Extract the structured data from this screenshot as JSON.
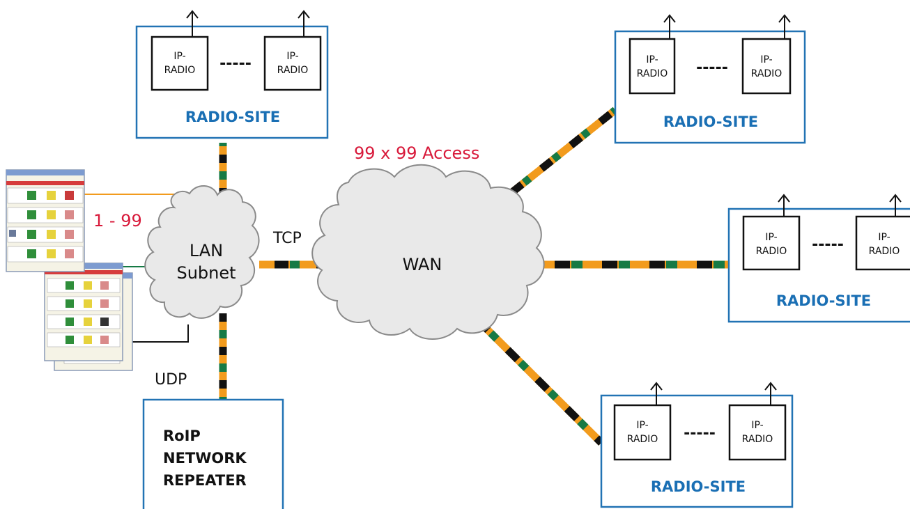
{
  "colors": {
    "site_border": "#2273b4",
    "site_title": "#1a6fb4",
    "accent_red": "#d8193a",
    "orange": "#f29b1d",
    "green": "#167a45",
    "black": "#111111",
    "cloud_fill": "#e9e9e9",
    "cloud_stroke": "#8a8a8a"
  },
  "labels": {
    "access": "99 x 99 Access",
    "range": "1 - 99",
    "tcp": "TCP",
    "udp": "UDP"
  },
  "clouds": {
    "lan_line1": "LAN",
    "lan_line2": "Subnet",
    "wan": "WAN"
  },
  "repeater": {
    "line1": "RoIP",
    "line2": "NETWORK",
    "line3": "REPEATER"
  },
  "radio_sites": [
    {
      "title": "RADIO-SITE",
      "radio_line1": "IP-",
      "radio_line2": "RADIO",
      "ellipsis": "-----"
    },
    {
      "title": "RADIO-SITE",
      "radio_line1": "IP-",
      "radio_line2": "RADIO",
      "ellipsis": "-----"
    },
    {
      "title": "RADIO-SITE",
      "radio_line1": "IP-",
      "radio_line2": "RADIO",
      "ellipsis": "-----"
    },
    {
      "title": "RADIO-SITE",
      "radio_line1": "IP-",
      "radio_line2": "RADIO",
      "ellipsis": "-----"
    }
  ],
  "console_icons": [
    "dispatch-console-screenshot-icon",
    "dispatch-console-screenshot-icon",
    "dispatch-console-screenshot-icon"
  ]
}
